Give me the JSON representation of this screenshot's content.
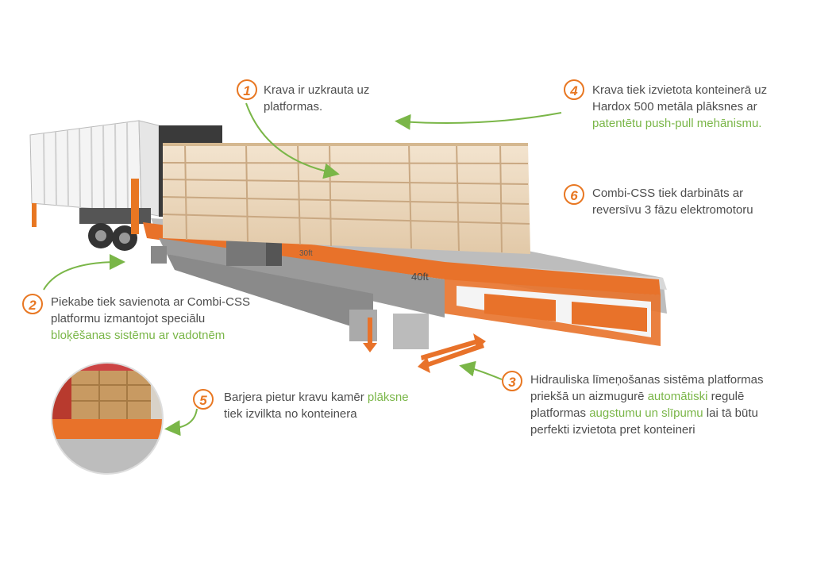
{
  "callouts": [
    {
      "num": "1",
      "parts": [
        {
          "t": "Krava ir uzkrauta uz platformas."
        }
      ]
    },
    {
      "num": "2",
      "parts": [
        {
          "t": "Piekabe tiek savienota ar Combi-CSS platformu izmantojot speciālu "
        },
        {
          "t": "bloķēšanas sistēmu ar vadotnēm",
          "g": true
        }
      ]
    },
    {
      "num": "3",
      "parts": [
        {
          "t": "Hidrauliska līmeņošanas sistēma platformas priekšā un aizmugurē "
        },
        {
          "t": "automātiski",
          "g": true
        },
        {
          "t": " regulē platformas "
        },
        {
          "t": "augstumu un slīpumu",
          "g": true
        },
        {
          "t": " lai tā būtu perfekti izvietota pret konteineri"
        }
      ]
    },
    {
      "num": "4",
      "parts": [
        {
          "t": "Krava tiek izvietota konteinerā uz Hardox 500 metāla plāksnes ar "
        },
        {
          "t": "patentētu push-pull mehānismu.",
          "g": true
        }
      ]
    },
    {
      "num": "5",
      "parts": [
        {
          "t": "Barjera pietur kravu kamēr "
        },
        {
          "t": "plāksne",
          "g": true
        },
        {
          "t": " tiek izvilkta no konteinera"
        }
      ]
    },
    {
      "num": "6",
      "parts": [
        {
          "t": "Combi-CSS tiek darbināts ar reversīvu 3 fāzu elektromotoru"
        }
      ]
    }
  ],
  "labels": {
    "l30": "30ft",
    "l40": "40ft"
  },
  "colors": {
    "accent": "#e87722",
    "green": "#7ab648",
    "text": "#4d4d4d",
    "wood": "#ecd9c0"
  }
}
